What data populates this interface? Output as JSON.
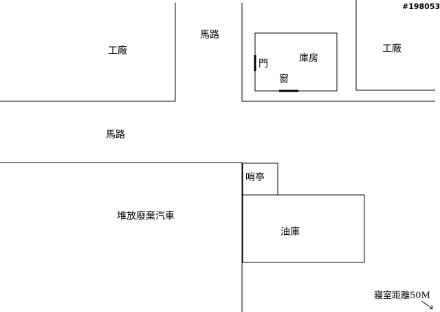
{
  "image_id_text": "#198053",
  "labels": {
    "factory_left": "工廠",
    "factory_right": "工廠",
    "road_top": "馬路",
    "road_middle": "馬路",
    "warehouse": "庫房",
    "door": "門",
    "window": "窗",
    "guard_booth": "哨亭",
    "car_storage": "堆放廢棄汽車",
    "oil_depot": "油庫",
    "dorm_distance": "寢室距離50M"
  },
  "colors": {
    "line": "#000000",
    "background": "#ffffff"
  }
}
